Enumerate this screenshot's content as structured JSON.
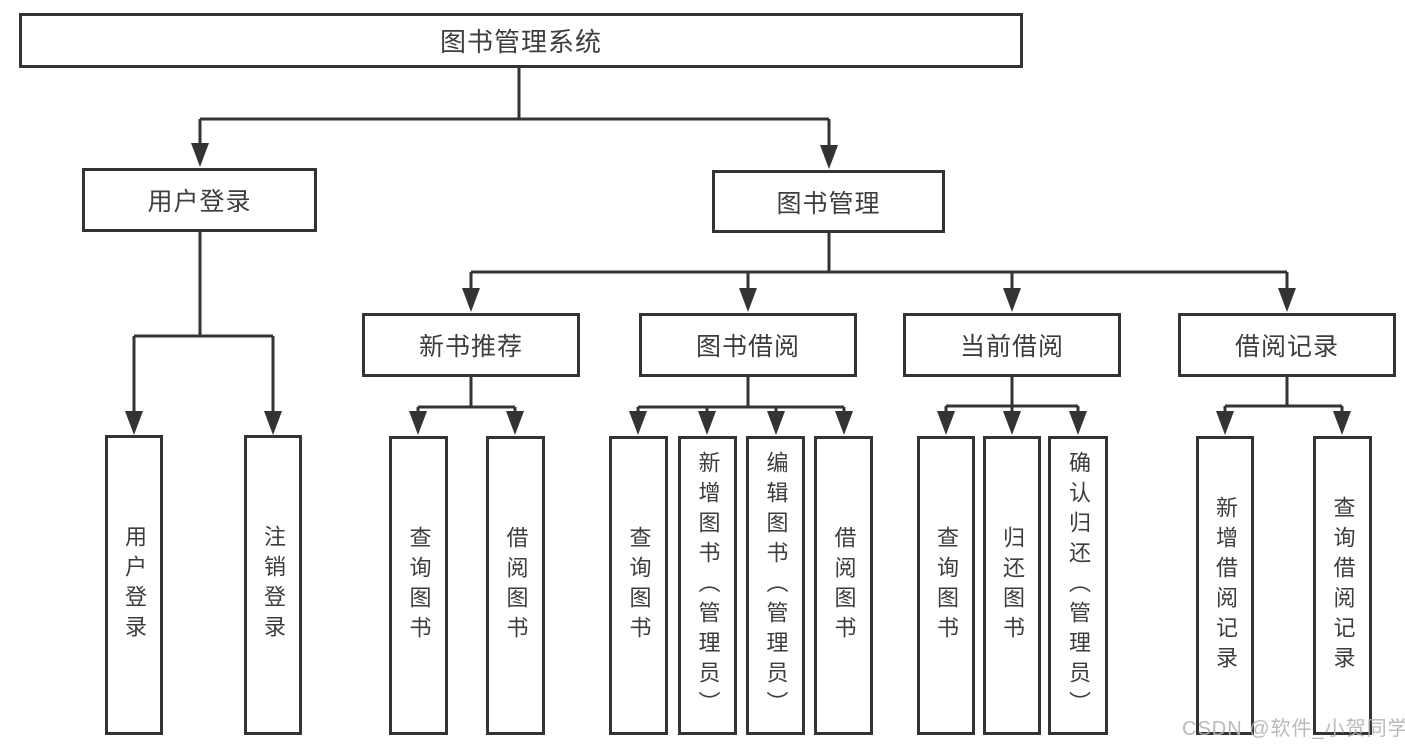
{
  "diagram": {
    "title": "图书管理系统",
    "root": {
      "label": "图书管理系统"
    },
    "level2": [
      {
        "label": "用户登录",
        "children": [
          {
            "label": "用户登录"
          },
          {
            "label": "注销登录"
          }
        ]
      },
      {
        "label": "图书管理",
        "children": [
          {
            "label": "新书推荐",
            "children": [
              {
                "label": "查询图书"
              },
              {
                "label": "借阅图书"
              }
            ]
          },
          {
            "label": "图书借阅",
            "children": [
              {
                "label": "查询图书"
              },
              {
                "label": "新增图书（管理员）"
              },
              {
                "label": "编辑图书（管理员）"
              },
              {
                "label": "借阅图书"
              }
            ]
          },
          {
            "label": "当前借阅",
            "children": [
              {
                "label": "查询图书"
              },
              {
                "label": "归还图书"
              },
              {
                "label": "确认归还（管理员）"
              }
            ]
          },
          {
            "label": "借阅记录",
            "children": [
              {
                "label": "新增借阅记录"
              },
              {
                "label": "查询借阅记录"
              }
            ]
          }
        ]
      }
    ]
  },
  "watermark": {
    "text": "CSDN @软件_小贺同学",
    "color": "#b3b3b3"
  },
  "colors": {
    "line": "#333333",
    "box_border": "#333333",
    "box_fill": "#ffffff",
    "text": "#3d3d3d",
    "background": "#ffffff"
  }
}
